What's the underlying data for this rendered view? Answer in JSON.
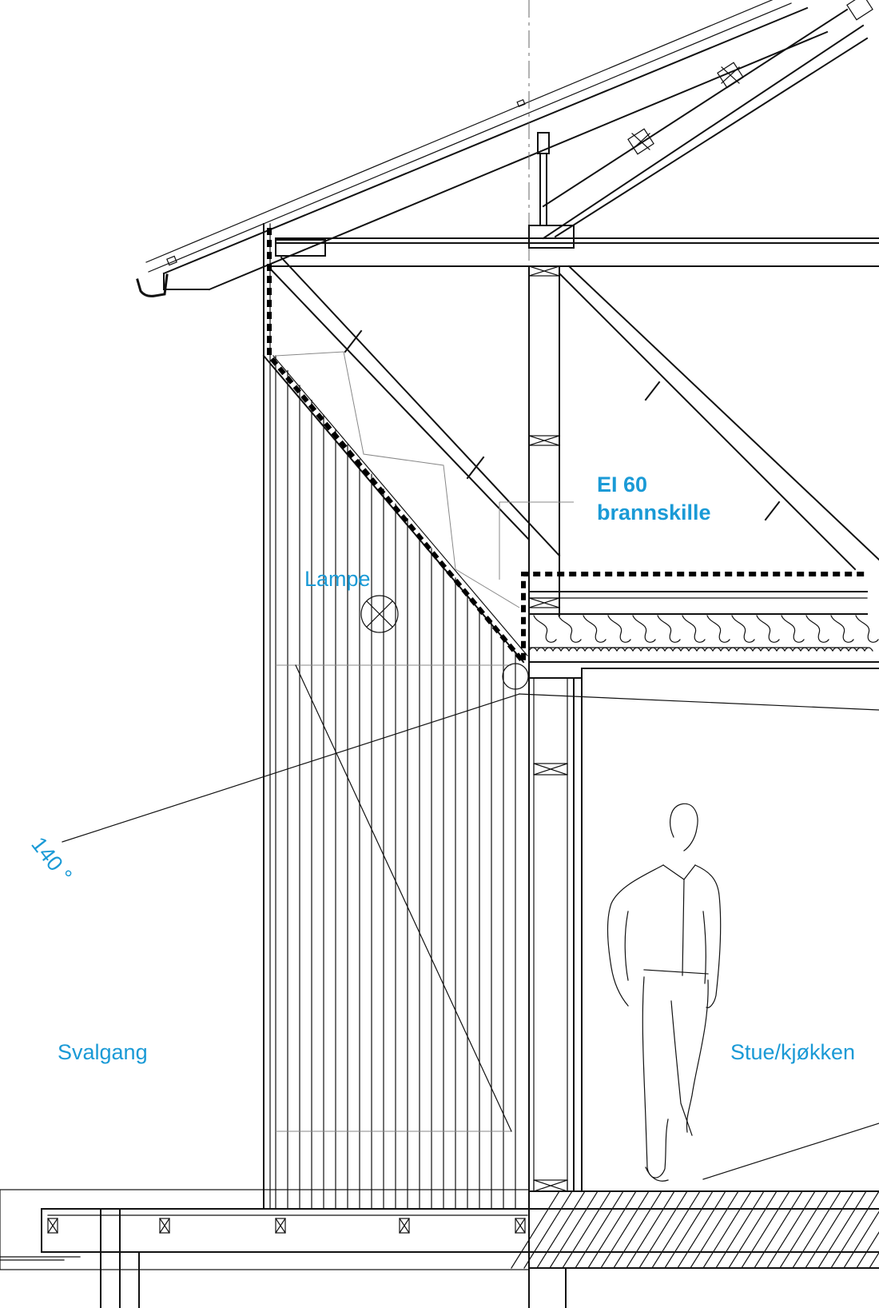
{
  "labels": {
    "fire_rating_line1": "EI 60",
    "fire_rating_line2": "brannskille",
    "lamp": "Lampe",
    "angle": "140 °",
    "left_room": "Svalgang",
    "right_room": "Stue/kjøkken"
  },
  "colors": {
    "annotation": "#1a9ad6",
    "linework": "#111111",
    "background": "#ffffff"
  }
}
